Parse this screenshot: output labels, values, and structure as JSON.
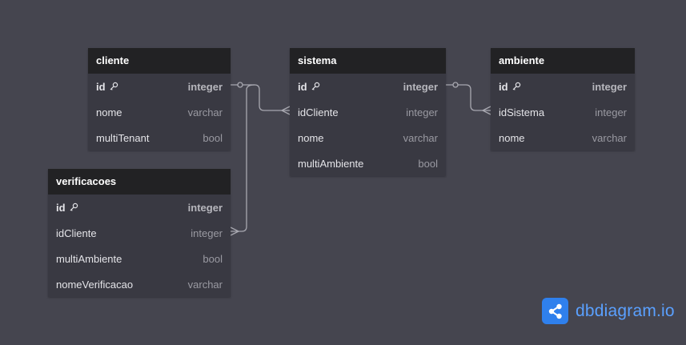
{
  "tables": {
    "cliente": {
      "name": "cliente",
      "fields": [
        {
          "name": "id",
          "type": "integer"
        },
        {
          "name": "nome",
          "type": "varchar"
        },
        {
          "name": "multiTenant",
          "type": "bool"
        }
      ]
    },
    "sistema": {
      "name": "sistema",
      "fields": [
        {
          "name": "id",
          "type": "integer"
        },
        {
          "name": "idCliente",
          "type": "integer"
        },
        {
          "name": "nome",
          "type": "varchar"
        },
        {
          "name": "multiAmbiente",
          "type": "bool"
        }
      ]
    },
    "ambiente": {
      "name": "ambiente",
      "fields": [
        {
          "name": "id",
          "type": "integer"
        },
        {
          "name": "idSistema",
          "type": "integer"
        },
        {
          "name": "nome",
          "type": "varchar"
        }
      ]
    },
    "verificacoes": {
      "name": "verificacoes",
      "fields": [
        {
          "name": "id",
          "type": "integer"
        },
        {
          "name": "idCliente",
          "type": "integer"
        },
        {
          "name": "multiAmbiente",
          "type": "bool"
        },
        {
          "name": "nomeVerificacao",
          "type": "varchar"
        }
      ]
    }
  },
  "relationships": [
    {
      "from": "cliente.id",
      "to": "sistema.idCliente",
      "cardinality": "one-to-many"
    },
    {
      "from": "cliente.id",
      "to": "verificacoes.idCliente",
      "cardinality": "one-to-many"
    },
    {
      "from": "sistema.id",
      "to": "ambiente.idSistema",
      "cardinality": "one-to-many"
    }
  ],
  "brand": {
    "name": "dbdiagram.io",
    "icon": "share-nodes-icon"
  },
  "colors": {
    "background": "#45454f",
    "table_header": "#222224",
    "table_body": "#393942",
    "connector": "#a8a8b0",
    "brand": "#2f80ed"
  }
}
